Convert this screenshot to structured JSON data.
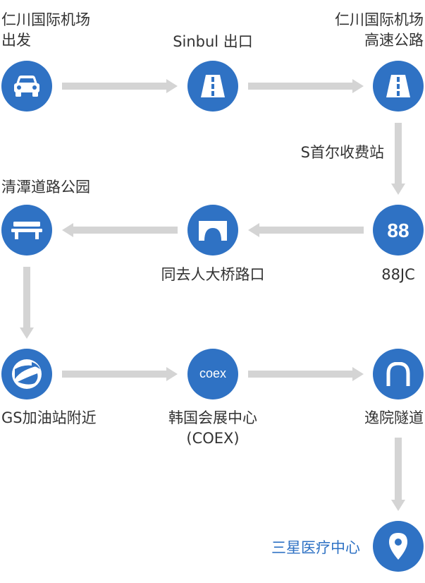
{
  "colors": {
    "node_fill": "#2f72c4",
    "arrow": "#d4d4d4",
    "text": "#333333",
    "destination_text": "#2f72c4"
  },
  "route": [
    {
      "id": "incheon-airport-departure",
      "label": "仁川国际机场\n出发",
      "icon": "car-icon"
    },
    {
      "id": "sinbul-exit",
      "label": "Sinbul 出口",
      "icon": "road-icon"
    },
    {
      "id": "incheon-airport-expressway",
      "label": "仁川国际机场\n高速公路",
      "icon": "road-icon"
    },
    {
      "id": "s-toll-gate",
      "label": "S首尔收费站",
      "icon": "none"
    },
    {
      "id": "88jc",
      "label": "88JC",
      "icon": "route-88-icon",
      "badge": "88"
    },
    {
      "id": "tongeo-bridge",
      "label": "同去人大桥路口",
      "icon": "tunnel-arch-icon"
    },
    {
      "id": "cheongdam-park",
      "label": "清潭道路公园",
      "icon": "bench-icon"
    },
    {
      "id": "gs-gas-station",
      "label": "GS加油站附近",
      "icon": "gs-logo-icon"
    },
    {
      "id": "coex",
      "label": "韩国会展中心\n(COEX)",
      "icon": "coex-logo-icon",
      "badge": "coex"
    },
    {
      "id": "ilwon-tunnel",
      "label": "逸院隧道",
      "icon": "tunnel-icon"
    },
    {
      "id": "samsung-medical-center",
      "label": "三星医疗中心",
      "icon": "map-pin-icon"
    }
  ]
}
